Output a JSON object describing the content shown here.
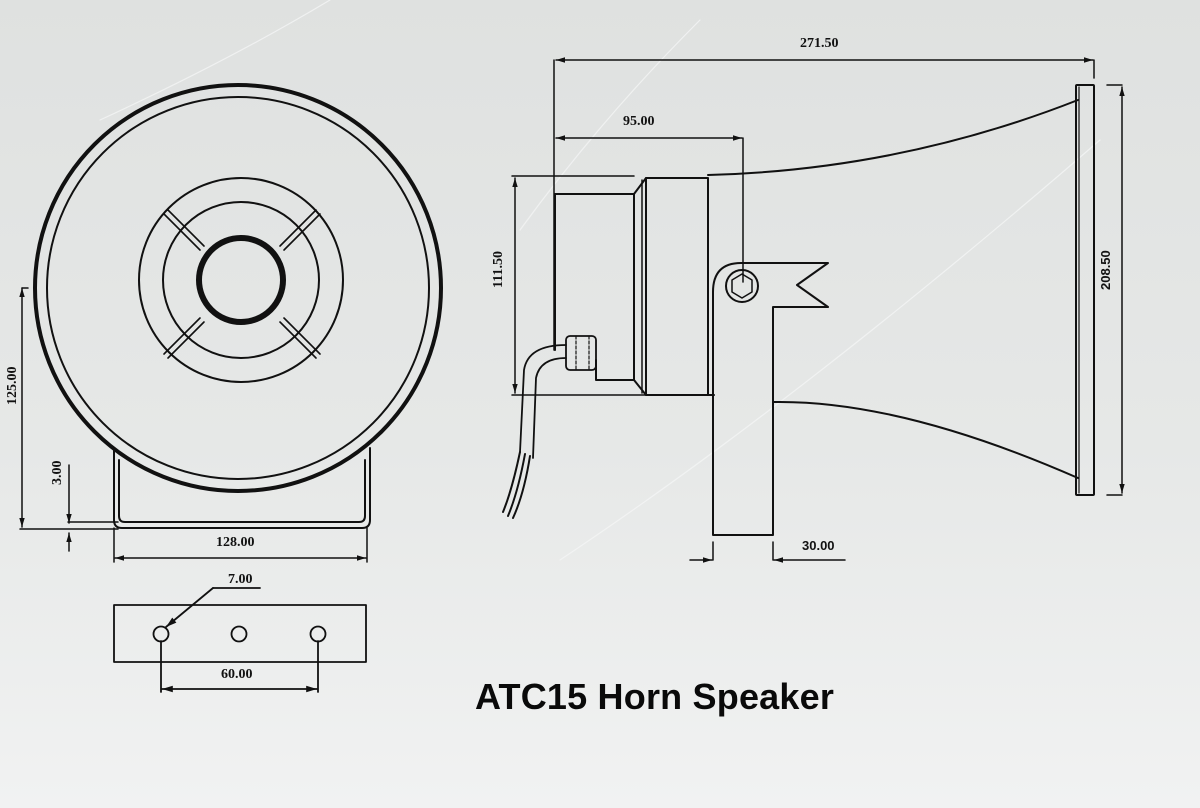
{
  "title": "ATC15 Horn Speaker",
  "colors": {
    "background": "#e3e5e4",
    "line": "#111111",
    "text": "#0a0a0a"
  },
  "front_view": {
    "dimensions": {
      "height_to_center": "125.00",
      "bracket_thickness": "3.00",
      "bracket_width": "128.00"
    }
  },
  "mounting_plate": {
    "dimensions": {
      "hole_diameter": "7.00",
      "hole_spacing": "60.00"
    },
    "hole_count": 3
  },
  "side_view": {
    "dimensions": {
      "overall_length": "271.50",
      "bracket_position": "95.00",
      "driver_height": "111.50",
      "horn_mouth_diameter": "208.50",
      "bracket_width": "30.00"
    }
  }
}
